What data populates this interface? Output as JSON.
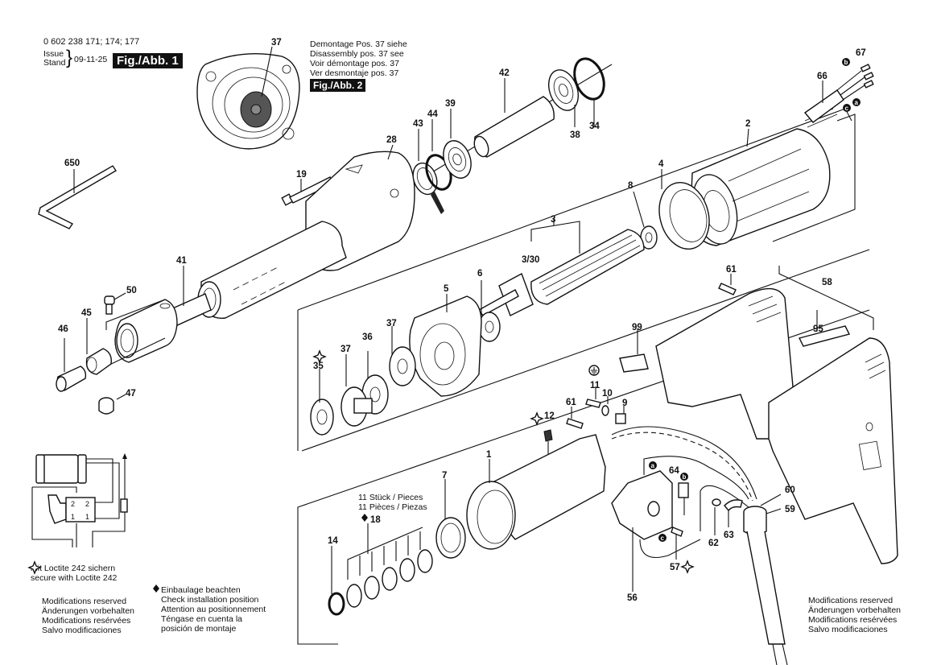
{
  "header": {
    "part_numbers": "0 602 238 171; 174; 177",
    "issue_label_1": "Issue",
    "issue_label_2": "Stand",
    "issue_date": "09-11-25",
    "figure_1_label": "Fig./Abb. 1"
  },
  "disassembly_note": {
    "lines": [
      "Demontage Pos. 37 siehe",
      "Disassembly pos. 37 see",
      "Voir démontage pos. 37",
      "Ver desmontaje pos. 37"
    ],
    "figure_2_label": "Fig./Abb. 2"
  },
  "legends": {
    "loctite": {
      "icon": "four-point-star-icon",
      "lines": [
        "mit Loctite 242 sichern",
        "secure with Loctite 242"
      ]
    },
    "installation": {
      "icon": "diamond-icon",
      "lines": [
        "Einbaulage beachten",
        "Check installation position",
        "Attention au positionnement",
        "Téngase en cuenta la",
        "posición de montaje"
      ]
    },
    "modifications_left": [
      "Modifications reserved",
      "Änderungen vorbehalten",
      "Modifications resérvées",
      "Salvo modificaciones"
    ],
    "modifications_right": [
      "Modifications reserved",
      "Änderungen vorbehalten",
      "Modifications resérvées",
      "Salvo modificaciones"
    ]
  },
  "pieces_note": {
    "lines": [
      "11 Stück / Pieces",
      "11 Pièces / Piezas"
    ],
    "part": "18",
    "icon": "diamond-icon"
  },
  "wiring_diagram": {
    "switch_terminals": [
      "2",
      "2",
      "1",
      "1"
    ]
  },
  "wire_badges": [
    "a",
    "b",
    "c"
  ],
  "part_labels": {
    "p37_fig": "37",
    "p650": "650",
    "p19": "19",
    "p28": "28",
    "p43": "43",
    "p44": "44",
    "p39": "39",
    "p42": "42",
    "p38": "38",
    "p34": "34",
    "p66": "66",
    "p67": "67",
    "p2": "2",
    "p4": "4",
    "p8": "8",
    "p3": "3",
    "p3_30": "3/30",
    "p41": "41",
    "p50": "50",
    "p45": "45",
    "p46": "46",
    "p47": "47",
    "p5": "5",
    "p6": "6",
    "p35": "35",
    "p37a": "37",
    "p36": "36",
    "p37b": "37",
    "p61a": "61",
    "p58": "58",
    "p99": "99",
    "p95": "95",
    "p11": "11",
    "p10": "10",
    "p9": "9",
    "p61b": "61",
    "p12": "12",
    "p1": "1",
    "p7": "7",
    "p14": "14",
    "p64": "64",
    "p60": "60",
    "p59": "59",
    "p62": "62",
    "p63": "63",
    "p57": "57",
    "p56": "56"
  }
}
